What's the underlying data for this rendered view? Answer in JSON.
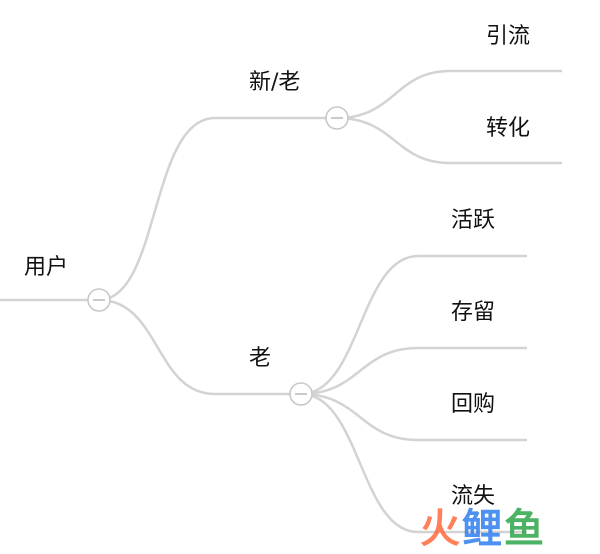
{
  "mindmap": {
    "root": {
      "label": "用户"
    },
    "branches": [
      {
        "label": "新/老",
        "children": [
          "引流",
          "转化"
        ]
      },
      {
        "label": "老",
        "children": [
          "活跃",
          "存留",
          "回购",
          "流失"
        ]
      }
    ]
  },
  "watermark": {
    "chars": [
      "火",
      "鲤",
      "鱼"
    ]
  },
  "colors": {
    "edge": "#d3d3d3",
    "toggle_stroke": "#c8c8c8",
    "text": "#111111",
    "watermark_1": "#ff6a3d",
    "watermark_2": "#2f7ef0",
    "watermark_3": "#2fa64a"
  }
}
